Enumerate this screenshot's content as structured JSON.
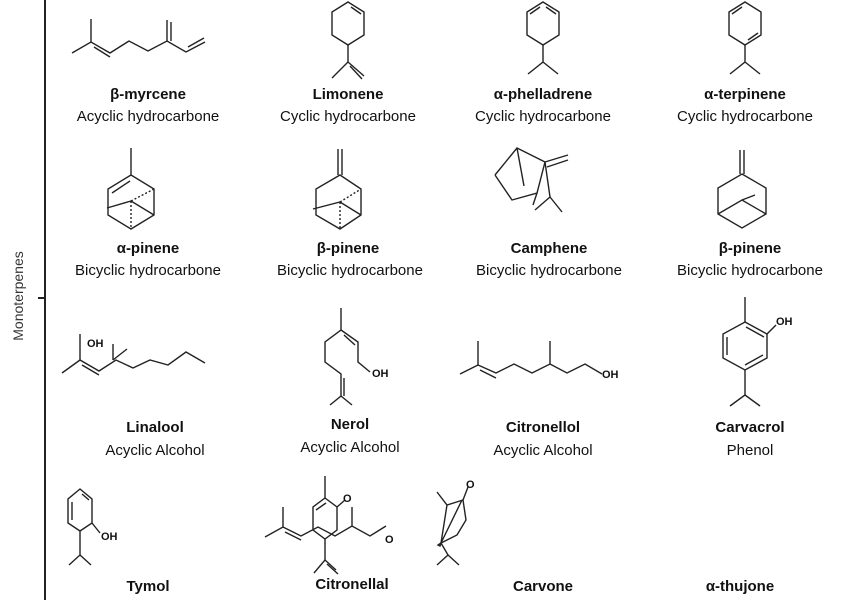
{
  "axis_label": "Monoterpenes",
  "compounds": [
    {
      "name": "β-myrcene",
      "class": "Acyclic hydrocarbone"
    },
    {
      "name": "Limonene",
      "class": "Cyclic hydrocarbone"
    },
    {
      "name": "α-phelladrene",
      "class": "Cyclic hydrocarbone"
    },
    {
      "name": "α-terpinene",
      "class": "Cyclic hydrocarbone"
    },
    {
      "name": "α-pinene",
      "class": "Bicyclic hydrocarbone"
    },
    {
      "name": "β-pinene",
      "class": "Bicyclic hydrocarbone"
    },
    {
      "name": "Camphene",
      "class": "Bicyclic hydrocarbone"
    },
    {
      "name": "β-pinene",
      "class": "Bicyclic hydrocarbone"
    },
    {
      "name": "Linalool",
      "class": "Acyclic Alcohol"
    },
    {
      "name": "Nerol",
      "class": "Acyclic Alcohol"
    },
    {
      "name": "Citronellol",
      "class": "Acyclic Alcohol"
    },
    {
      "name": "Carvacrol",
      "class": "Phenol"
    },
    {
      "name": "Tymol"
    },
    {
      "name": "Citronellal"
    },
    {
      "name": "Carvone"
    },
    {
      "name": "α-thujone"
    }
  ],
  "atoms": {
    "oh": "OH",
    "o": "O"
  }
}
